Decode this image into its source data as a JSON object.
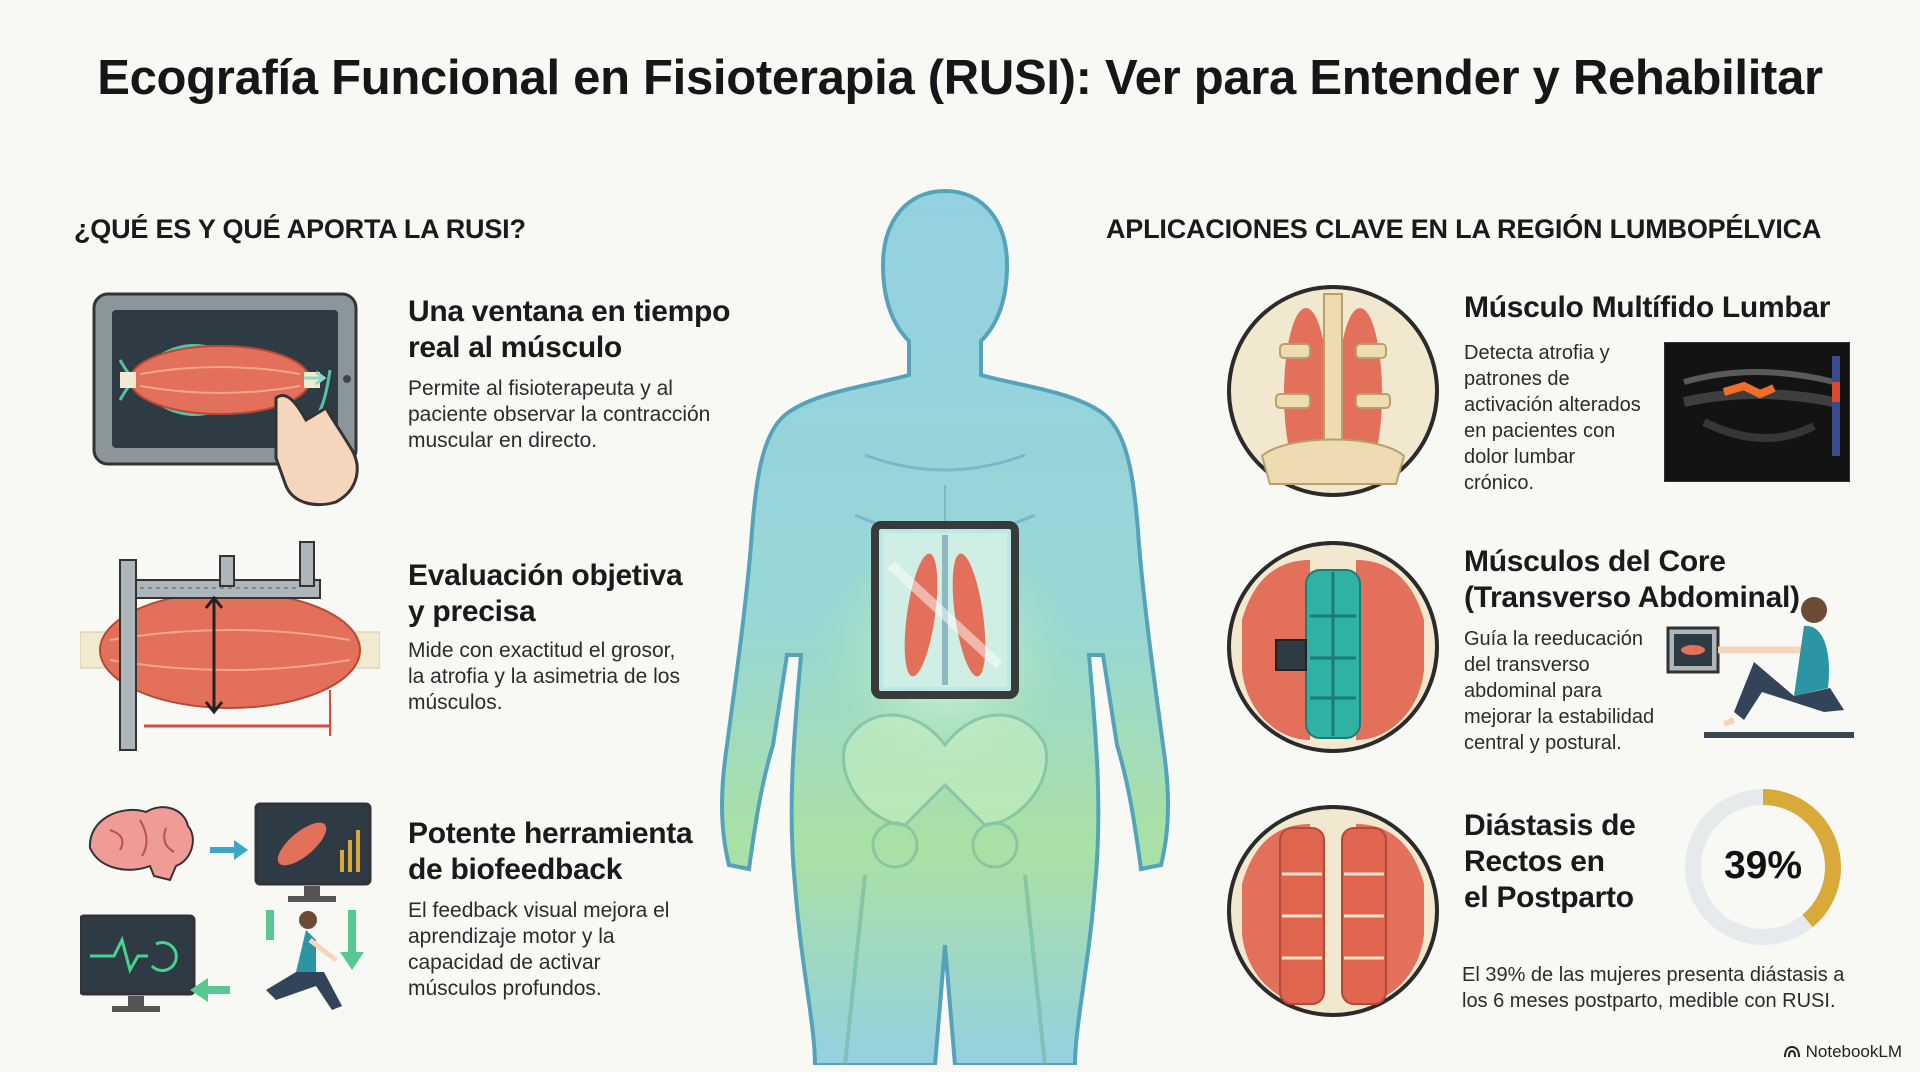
{
  "title": "Ecografía Funcional en Fisioterapia (RUSI): Ver para Entender y Rehabilitar",
  "left_section": {
    "heading": "¿QUÉ ES Y QUÉ APORTA LA RUSI?",
    "items": [
      {
        "title_line1": "Una ventana en tiempo",
        "title_line2": "real al músculo",
        "desc_line1": "Permite al fisioterapeuta y al",
        "desc_line2": "paciente observar la contracción",
        "desc_line3": "muscular en directo.",
        "icon": "tablet-muscle-icon"
      },
      {
        "title_line1": "Evaluación objetiva",
        "title_line2": "y precisa",
        "desc_line1": "Mide con exactitud el grosor,",
        "desc_line2": "la atrofia y la asimetria de los",
        "desc_line3": "músculos.",
        "icon": "caliper-muscle-icon"
      },
      {
        "title_line1": "Potente herramienta",
        "title_line2": "de biofeedback",
        "desc_line1": "El feedback visual mejora el",
        "desc_line2": "aprendizaje motor y la",
        "desc_line3": "capacidad de activar",
        "desc_line4": "músculos profundos.",
        "icon": "brain-biofeedback-icon"
      }
    ]
  },
  "right_section": {
    "heading": "APLICACIONES CLAVE EN LA REGIÓN LUMBOPÉLVICA",
    "items": [
      {
        "title_line1": "Músculo Multífido Lumbar",
        "desc_lines": [
          "Detecta atrofia y",
          "patrones de",
          "activación alterados",
          "en pacientes con",
          "dolor lumbar",
          "crónico."
        ],
        "icon": "multifidus-icon"
      },
      {
        "title_line1": "Músculos del Core",
        "title_line2": "(Transverso Abdominal)",
        "desc_lines": [
          "Guía la reeducación",
          "del transverso",
          "abdominal para",
          "mejorar la estabilidad",
          "central y postural."
        ],
        "icon": "core-muscles-icon"
      },
      {
        "title_line1": "Diástasis de",
        "title_line2": "Rectos en",
        "title_line3": "el Postparto",
        "stat_label": "39%",
        "stat_value": 0.39,
        "desc_line1": "El 39% de las mujeres presenta diástasis a",
        "desc_line2": "los 6 meses postparto, medible con RUSI.",
        "icon": "rectus-diastasis-icon"
      }
    ]
  },
  "colors": {
    "muscle": "#e2705a",
    "body_blue": "#8fcfe0",
    "body_green": "#a6e0a0",
    "screen_dark": "#2f3b44",
    "gold": "#d9a93a",
    "teal": "#2fb1a4"
  },
  "footer": {
    "brand": "NotebookLM"
  }
}
